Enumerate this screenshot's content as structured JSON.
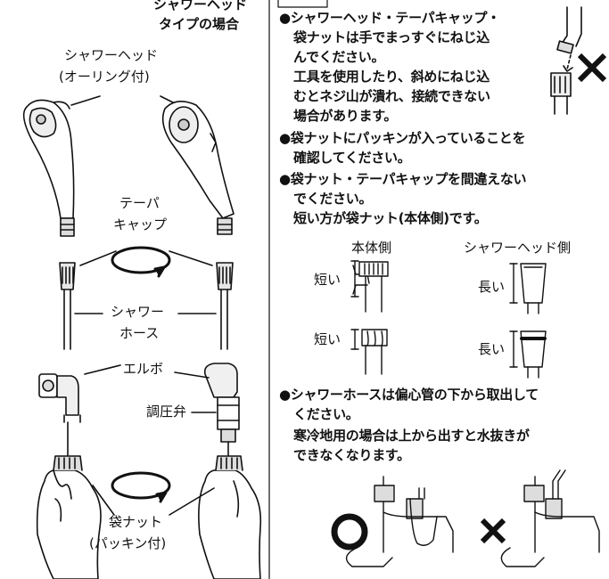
{
  "left_panel": {
    "header_line1": "シャワーヘッド",
    "header_line2": "タイプの場合",
    "shower_head_label": "シャワーヘッド",
    "shower_head_sub": "(オーリング付)",
    "taper_cap_line1": "テーパ",
    "taper_cap_line2": "キャップ",
    "hose_line1": "シャワー",
    "hose_line2": "ホース",
    "elbow_label": "エルボ",
    "regulator_label": "調圧弁",
    "bag_nut_line1": "袋ナット",
    "bag_nut_line2": "(パッキン付)"
  },
  "right_panel": {
    "note1": [
      "●シャワーヘッド・テーパキャップ・",
      "袋ナットは手でまっすぐにねじ込",
      "んでください。",
      "工具を使用したり、斜めにねじ込",
      "むとネジ山が潰れ、接続できない",
      "場合があります。"
    ],
    "note2": [
      "●袋ナットにパッキンが入っていることを",
      "確認してください。"
    ],
    "note3": [
      "●袋ナット・テーパキャップを間違えない",
      "でください。",
      "短い方が袋ナット(本体側)です。"
    ],
    "compare": {
      "body_side": "本体側",
      "head_side": "シャワーヘッド側",
      "short": "短い",
      "long": "長い"
    },
    "note4": [
      "●シャワーホースは偏心管の下から取出して",
      "ください。",
      "寒冷地用の場合は上から出すと水抜きが",
      "できなくなります。"
    ],
    "ok_mark": "○",
    "ng_mark": "×"
  }
}
